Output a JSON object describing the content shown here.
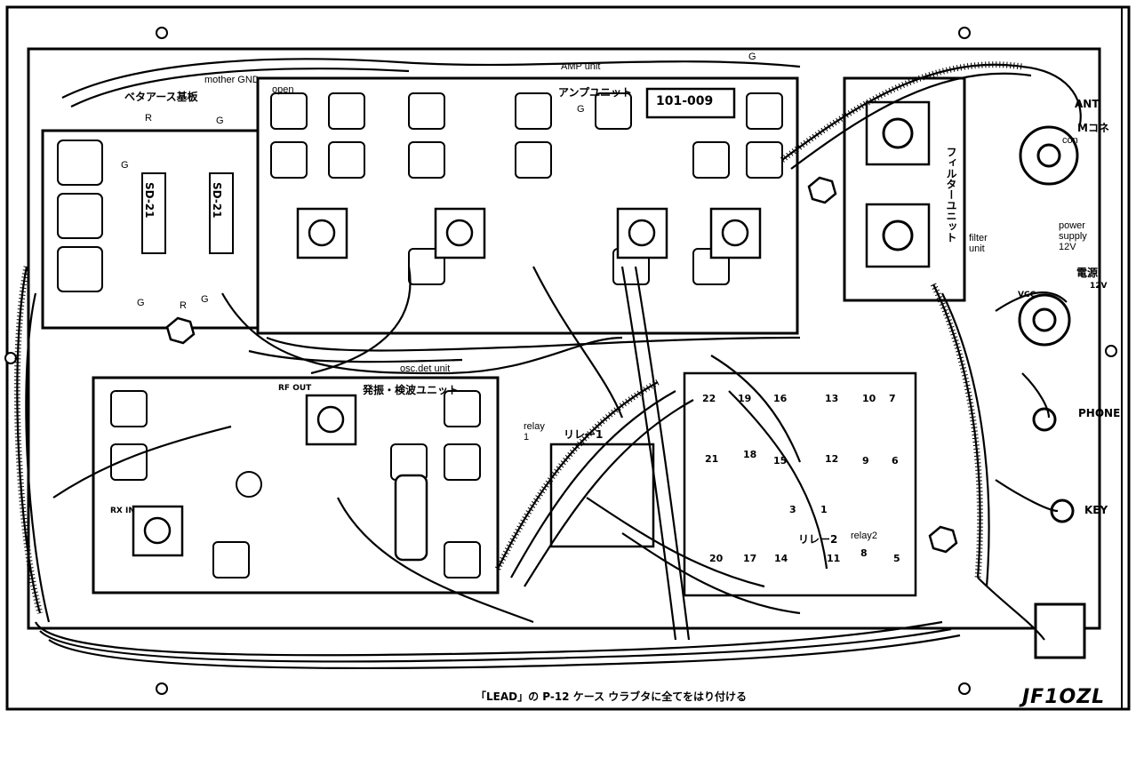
{
  "labels": {
    "amp_unit": "AMP unit",
    "mother_gnd": "mother GND",
    "open": "open",
    "osc_det_unit": "osc.det unit",
    "relay1": "relay\n1",
    "relay2": "relay2",
    "filter_unit": "filter\nunit",
    "power_supply": "power\nsupply\n12V",
    "con": "con",
    "g_top": "G",
    "g_mid": "G",
    "g_left1": "G",
    "g_left2": "G",
    "g_left3": "G",
    "r_left1": "R",
    "r_left2": "R",
    "g_bot1": "G",
    "g_bot2": "G"
  },
  "jp_labels": {
    "mother_board": "ベタアース基板",
    "amp_unit_jp": "アンプユニット",
    "osc_det_jp": "発振・検波ユニット",
    "filter_unit_jp": "フィルターユニット",
    "relay1_jp": "リレー1",
    "relay2_jp": "リレー2",
    "ant": "ANT",
    "m_conn": "Mコネ",
    "power_jp": "電源",
    "power_12v": "12V",
    "vcc": "VCC",
    "phone": "PHONE",
    "key": "KEY",
    "rf_out": "RF OUT",
    "rx_in": "RX IN",
    "unit_code": "101-009",
    "ic_1": "SD-21",
    "ic_2": "SD-21",
    "bottom_note": "「LEAD」の P-12 ケース ウラブタに全てをはり付ける",
    "signature": "JF1OZL"
  },
  "relay2_pins": [
    "22",
    "19",
    "16",
    "13",
    "10",
    "7",
    "21",
    "18",
    "15",
    "12",
    "9",
    "6",
    "20",
    "17",
    "14",
    "11",
    "8",
    "5",
    "3",
    "1"
  ]
}
